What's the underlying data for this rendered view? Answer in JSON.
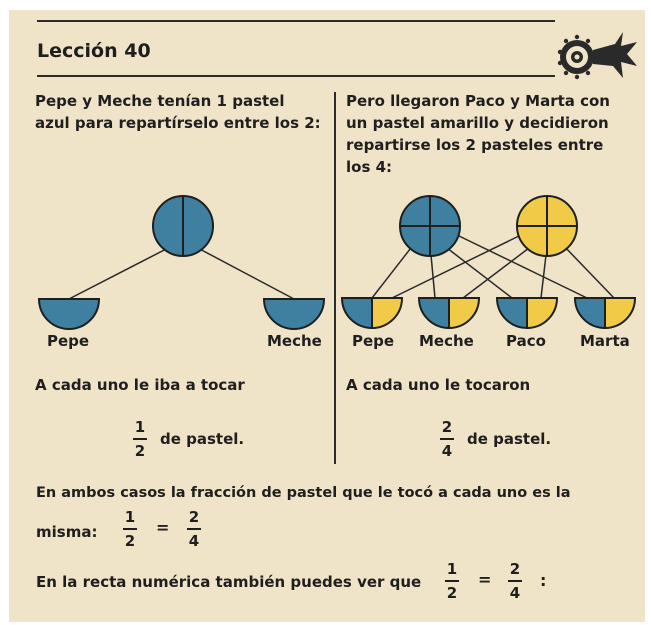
{
  "lesson": {
    "title": "Lección 40"
  },
  "left": {
    "intro_line1": "Pepe y Meche tenían 1 pastel",
    "intro_line2": "azul para repartírselo entre los 2:",
    "people": [
      "Pepe",
      "Meche"
    ],
    "result_text": "A cada uno le iba a tocar",
    "fraction": {
      "numerator": "1",
      "denominator": "2"
    },
    "fraction_suffix": "de pastel."
  },
  "right": {
    "intro_line1": "Pero llegaron Paco y Marta con",
    "intro_line2": "un pastel amarillo y decidieron",
    "intro_line3": "repartirse los 2 pasteles entre",
    "intro_line4": "los 4:",
    "people": [
      "Pepe",
      "Meche",
      "Paco",
      "Marta"
    ],
    "result_text": "A cada uno le tocaron",
    "fraction": {
      "numerator": "2",
      "denominator": "4"
    },
    "fraction_suffix": "de pastel."
  },
  "bottom": {
    "line1": "En ambos casos la fracción de pastel que le tocó a cada uno es la",
    "line2": "misma:",
    "eq1": {
      "left_num": "1",
      "left_den": "2",
      "equals": "=",
      "right_num": "2",
      "right_den": "4"
    },
    "line3": "En la recta numérica también puedes ver que",
    "eq2": {
      "left_num": "1",
      "left_den": "2",
      "equals": "=",
      "right_num": "2",
      "right_den": "4",
      "trailing": ":"
    }
  },
  "colors": {
    "paper": "#efe3c8",
    "blue": "#3f7f9f",
    "yellow": "#f1cb47",
    "ink": "#1f1f1f"
  },
  "icons": {
    "logo": "mexican-glyph-bird-icon"
  }
}
